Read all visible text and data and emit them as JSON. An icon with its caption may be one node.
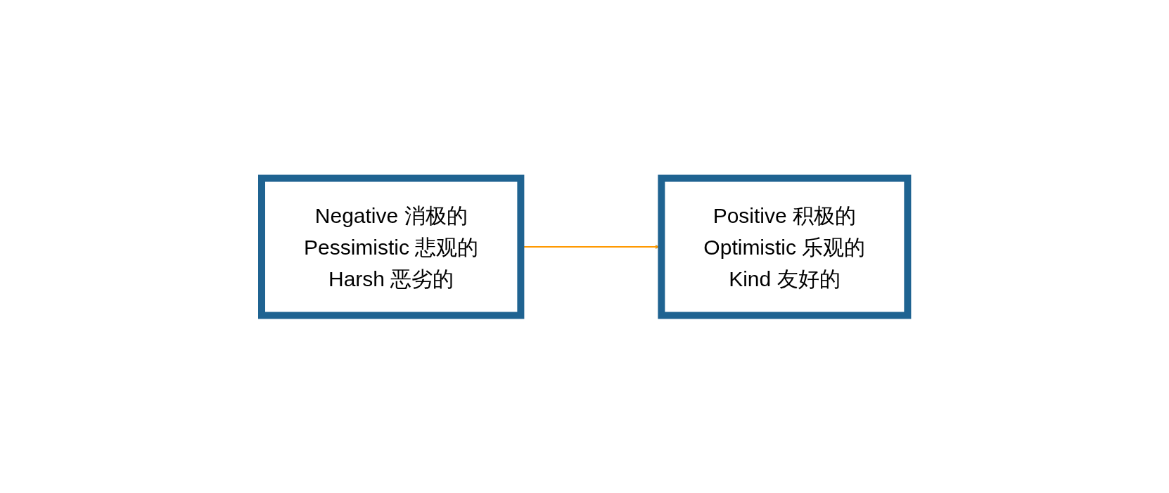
{
  "diagram": {
    "nodes": [
      {
        "text": [
          "Negative 消极的",
          "Pessimistic 悲观的",
          "Harsh 恶劣的"
        ]
      },
      {
        "text": [
          "Positive 积极的",
          "Optimistic 乐观的",
          "Kind 友好的"
        ]
      }
    ],
    "edges": [
      {
        "from": 0,
        "to": 1,
        "arrow": "to",
        "color": "#ff9900"
      }
    ]
  }
}
